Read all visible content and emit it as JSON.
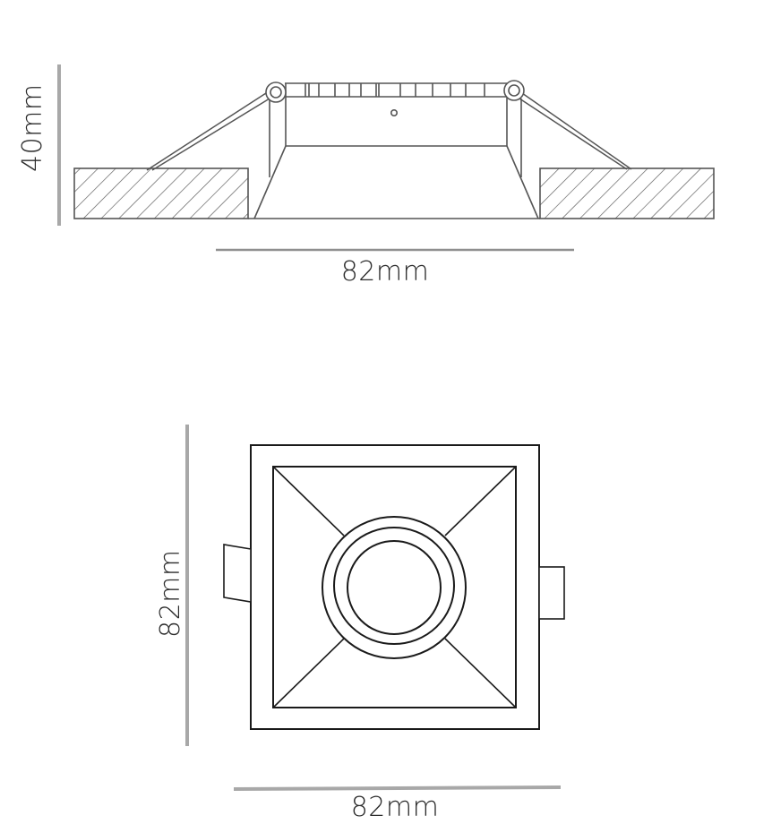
{
  "diagram": {
    "type": "technical-drawing",
    "subject": "square recessed downlight",
    "line_color": "#1a1a1a",
    "side_line_color": "#555555",
    "dimension_line_color": "#a8a8a8",
    "views": [
      {
        "name": "side-section-view",
        "dimensions": {
          "height": {
            "label": "40mm"
          },
          "width": {
            "label": "82mm"
          }
        }
      },
      {
        "name": "top-plan-view",
        "dimensions": {
          "height": {
            "label": "82mm"
          },
          "width": {
            "label": "82mm"
          }
        }
      }
    ]
  },
  "side_view": {
    "height_label": "40mm",
    "width_label": "82mm"
  },
  "top_view": {
    "height_label": "82mm",
    "width_label": "82mm"
  }
}
